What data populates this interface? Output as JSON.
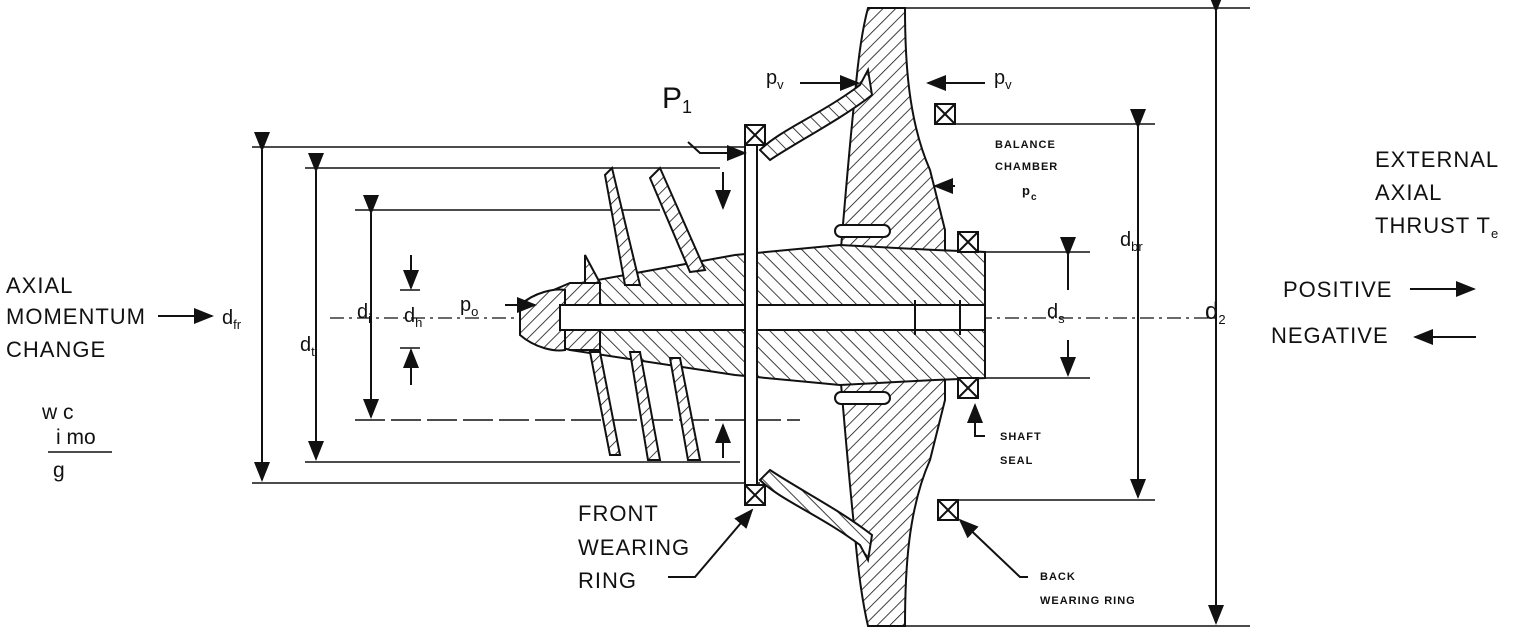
{
  "left": {
    "momentum_line1": "AXIAL",
    "momentum_line2": "MOMENTUM",
    "momentum_line3": "CHANGE",
    "frac_top": "w c",
    "frac_mid": "i mo",
    "frac_bottom": "g"
  },
  "dims": {
    "d_fr": "d",
    "d_fr_sub": "fr",
    "d_t": "d",
    "d_t_sub": "t",
    "d_i": "d",
    "d_i_sub": "i",
    "d_h": "d",
    "d_h_sub": "h",
    "p_o": "p",
    "p_o_sub": "o",
    "P_1": "P",
    "P_1_sub": "1",
    "p_v_left": "p",
    "p_v_left_sub": "v",
    "p_v_right": "p",
    "p_v_right_sub": "v",
    "d_s": "d",
    "d_s_sub": "s",
    "d_br": "d",
    "d_br_sub": "br",
    "d_2": "d",
    "d_2_sub": "2"
  },
  "labels": {
    "balance1": "BALANCE",
    "balance2": "CHAMBER",
    "balance_pc": "p",
    "balance_pc_sub": "c",
    "shaft1": "SHAFT",
    "shaft2": "SEAL",
    "front1": "FRONT",
    "front2": "WEARING",
    "front3": "RING",
    "back1": "BACK",
    "back2": "WEARING RING"
  },
  "right": {
    "ext1": "EXTERNAL",
    "ext2": "AXIAL",
    "ext3": "THRUST T",
    "ext3_sub": "e",
    "positive": "POSITIVE",
    "negative": "NEGATIVE"
  }
}
